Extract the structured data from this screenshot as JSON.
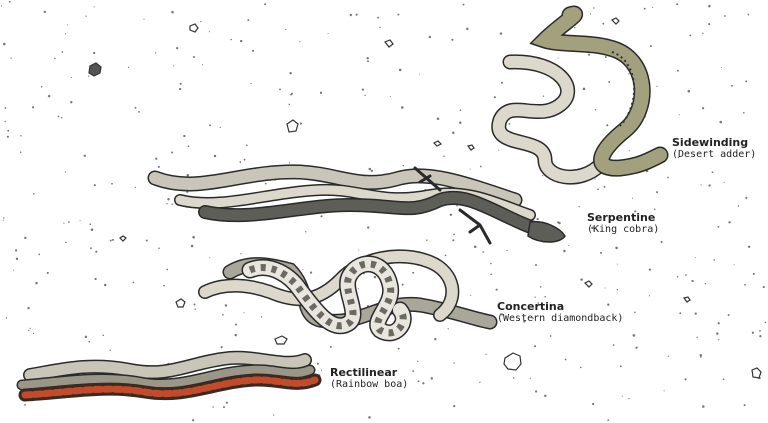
{
  "labels": {
    "sidewinding": {
      "title": "Sidewinding",
      "subtitle": "(Desert adder)"
    },
    "serpentine": {
      "title": "Serpentine",
      "subtitle": "(King cobra)"
    },
    "concertina": {
      "title": "Concertina",
      "subtitle": "(Western diamondback)"
    },
    "rectilinear": {
      "title": "Rectilinear",
      "subtitle": "(Rainbow boa)"
    }
  },
  "colors": {
    "background": "#ffffff",
    "outline": "#2a2a2a",
    "olive": "#a3a17d",
    "dark_snake": "#5e5e58",
    "pale_snake": "#ddd8cc",
    "light_track": "#c9c5b8",
    "boa_red": "#c44a2c",
    "boa_dark": "#3a2b22"
  }
}
